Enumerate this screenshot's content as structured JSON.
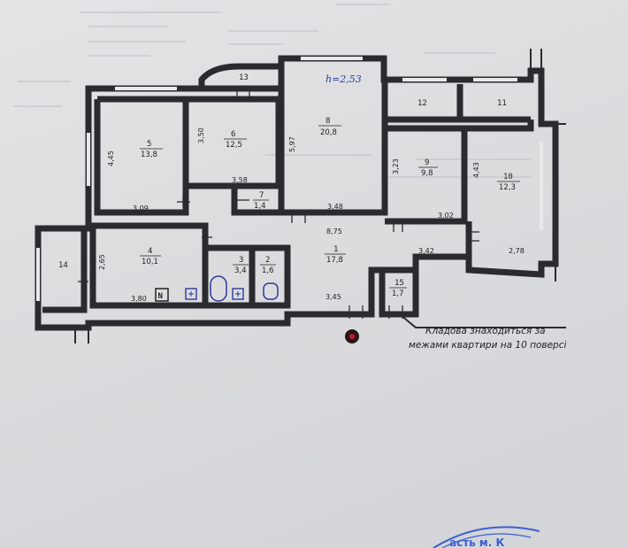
{
  "header_faint_lines": [],
  "height_note": "h=2,53",
  "rooms": [
    {
      "id": "13",
      "area": ""
    },
    {
      "id": "8",
      "area": "20,8"
    },
    {
      "id": "12",
      "area": ""
    },
    {
      "id": "11",
      "area": ""
    },
    {
      "id": "5",
      "area": "13,8"
    },
    {
      "id": "6",
      "area": "12,5"
    },
    {
      "id": "9",
      "area": "9,8"
    },
    {
      "id": "10",
      "area": "12,3"
    },
    {
      "id": "7",
      "area": "1,4"
    },
    {
      "id": "4",
      "area": "10,1"
    },
    {
      "id": "1",
      "area": "17,8"
    },
    {
      "id": "3",
      "area": "3,4"
    },
    {
      "id": "2",
      "area": "1,6"
    },
    {
      "id": "14",
      "area": ""
    },
    {
      "id": "15",
      "area": "1,7"
    }
  ],
  "dimensions": [
    "4,45",
    "3,50",
    "5,97",
    "3,23",
    "4,43",
    "3,58",
    "3,09",
    "3,48",
    "3,02",
    "8,75",
    "3,42",
    "2,78",
    "2,65",
    "3,80",
    "3,45"
  ],
  "note_line1": "Кладова знаходиться за",
  "note_line2": "межами квартири на 10 поверсі",
  "stamp_text": "асть м. К"
}
